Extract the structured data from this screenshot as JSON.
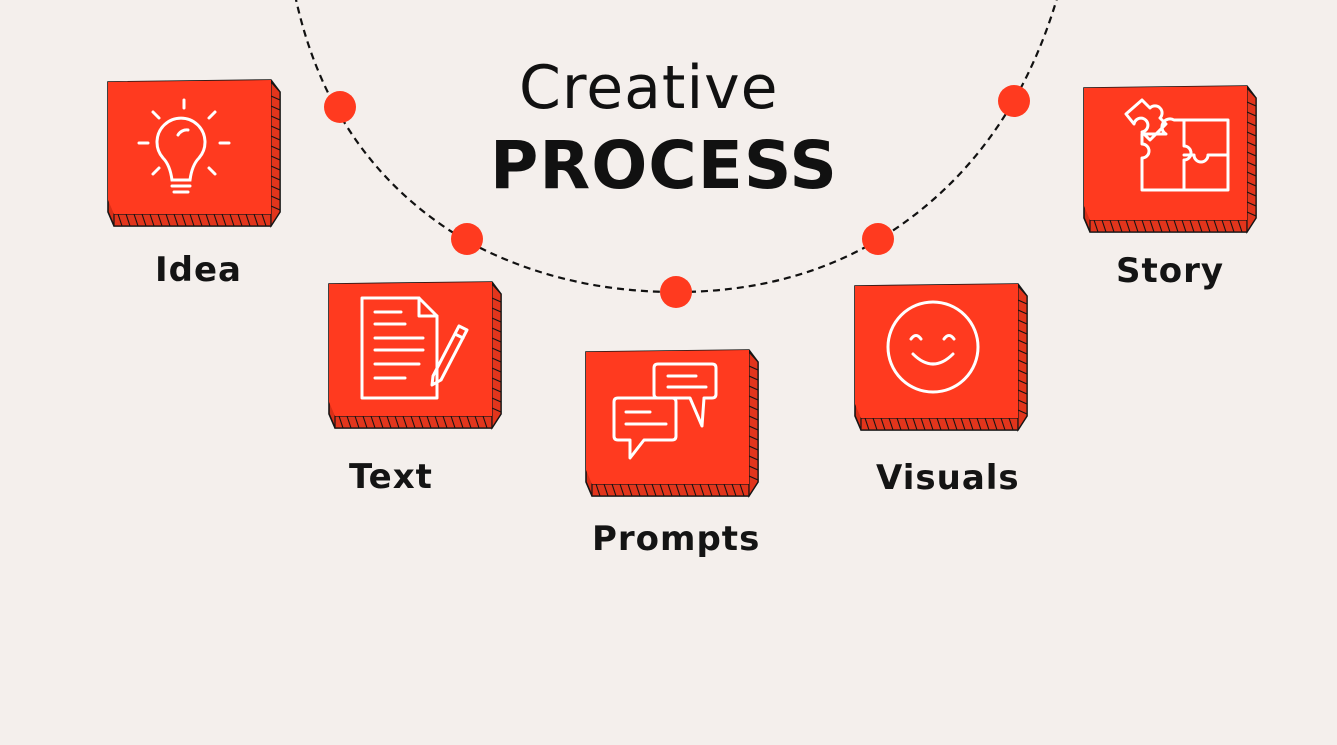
{
  "title": {
    "line1": "Creative",
    "line2": "PROCESS"
  },
  "colors": {
    "accent": "#ff3a1f",
    "text": "#141414",
    "background": "#f4efec"
  },
  "steps": [
    {
      "label": "Idea",
      "icon": "lightbulb-icon"
    },
    {
      "label": "Text",
      "icon": "document-pencil-icon"
    },
    {
      "label": "Prompts",
      "icon": "chat-bubbles-icon"
    },
    {
      "label": "Visuals",
      "icon": "smiley-face-icon"
    },
    {
      "label": "Story",
      "icon": "puzzle-pieces-icon"
    }
  ]
}
